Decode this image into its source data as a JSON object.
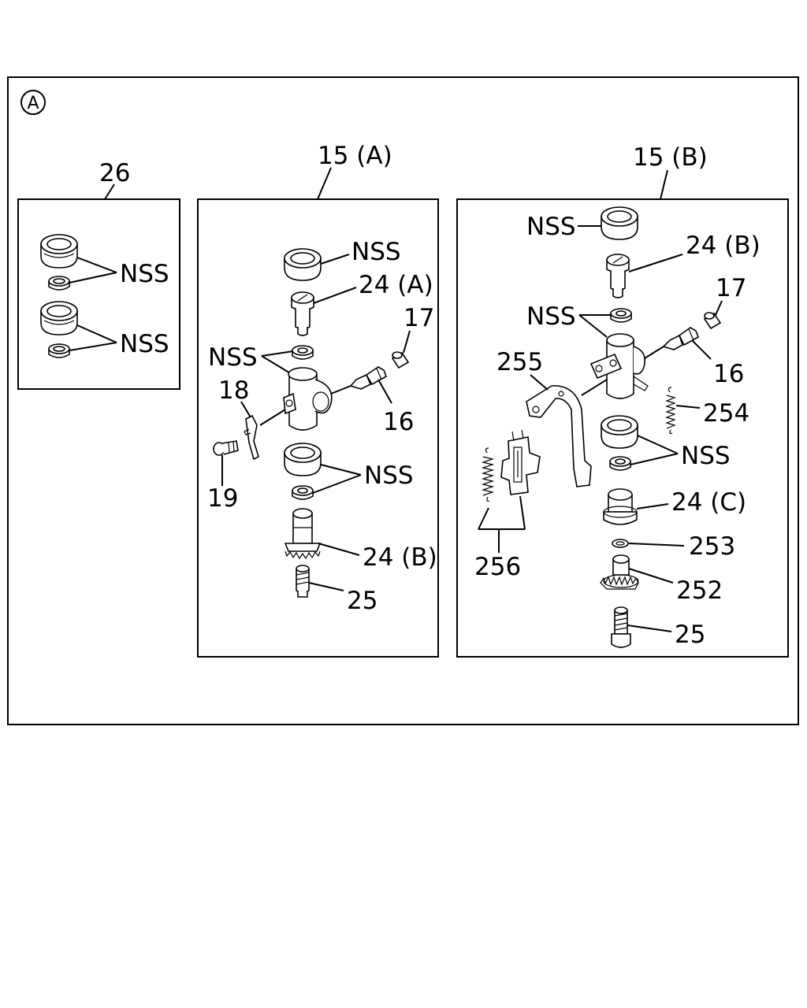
{
  "section_marker": "A",
  "groups": {
    "g26": {
      "id": "26",
      "labels": {
        "nss_1": "NSS",
        "nss_2": "NSS"
      }
    },
    "g15a": {
      "id": "15 (A)",
      "labels": {
        "nss_top": "NSS",
        "p24a": "24 (A)",
        "p17": "17",
        "nss_mid": "NSS",
        "p18": "18",
        "p16": "16",
        "p19": "19",
        "nss_low": "NSS",
        "p24b": "24 (B)",
        "p25": "25"
      }
    },
    "g15b": {
      "id": "15 (B)",
      "labels": {
        "nss_top": "NSS",
        "p24b": "24 (B)",
        "p17": "17",
        "nss_mid": "NSS",
        "p255": "255",
        "p16": "16",
        "p254": "254",
        "nss_low": "NSS",
        "p256": "256",
        "p24c": "24 (C)",
        "p253": "253",
        "p252": "252",
        "p25": "25"
      }
    }
  }
}
